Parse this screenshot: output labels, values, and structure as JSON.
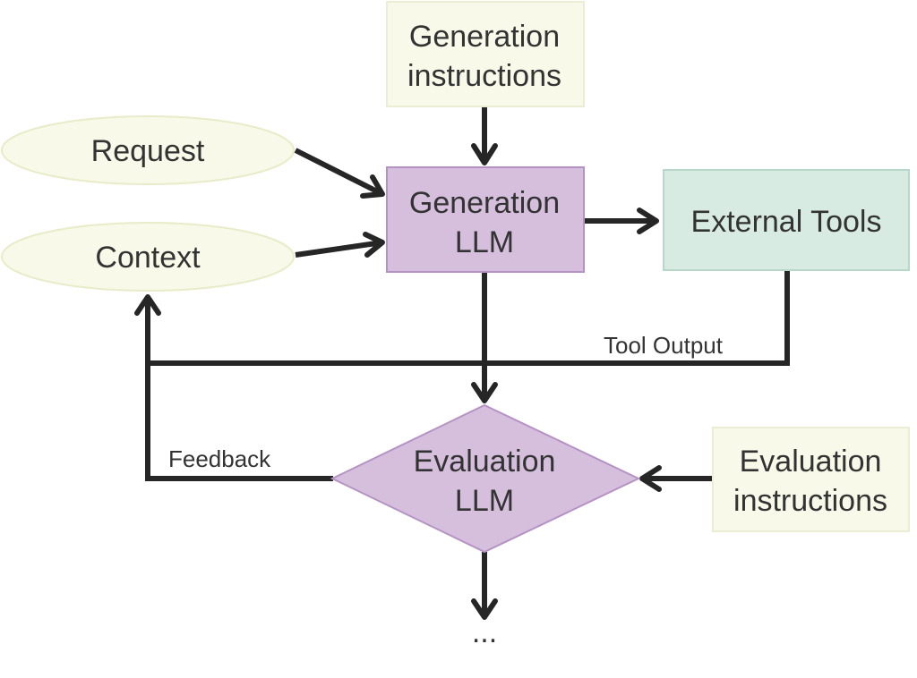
{
  "colors": {
    "instruction_fill": "#f8f9e8",
    "instruction_stroke": "#ebeed2",
    "input_fill": "#f8f9e8",
    "input_stroke": "#e9ecc8",
    "llm_fill": "#d5bfdd",
    "llm_stroke": "#b592c4",
    "tools_fill": "#d8ebe2",
    "tools_stroke": "#b7d7c9",
    "edge": "#262626",
    "text": "#333333"
  },
  "nodes": {
    "generation_instructions": {
      "line1": "Generation",
      "line2": "instructions"
    },
    "request": {
      "label": "Request"
    },
    "context": {
      "label": "Context"
    },
    "generation_llm": {
      "line1": "Generation",
      "line2": "LLM"
    },
    "external_tools": {
      "label": "External Tools"
    },
    "evaluation_llm": {
      "line1": "Evaluation",
      "line2": "LLM"
    },
    "evaluation_instructions": {
      "line1": "Evaluation",
      "line2": "instructions"
    },
    "continuation": {
      "label": "..."
    }
  },
  "edge_labels": {
    "tool_output": "Tool Output",
    "feedback": "Feedback"
  }
}
